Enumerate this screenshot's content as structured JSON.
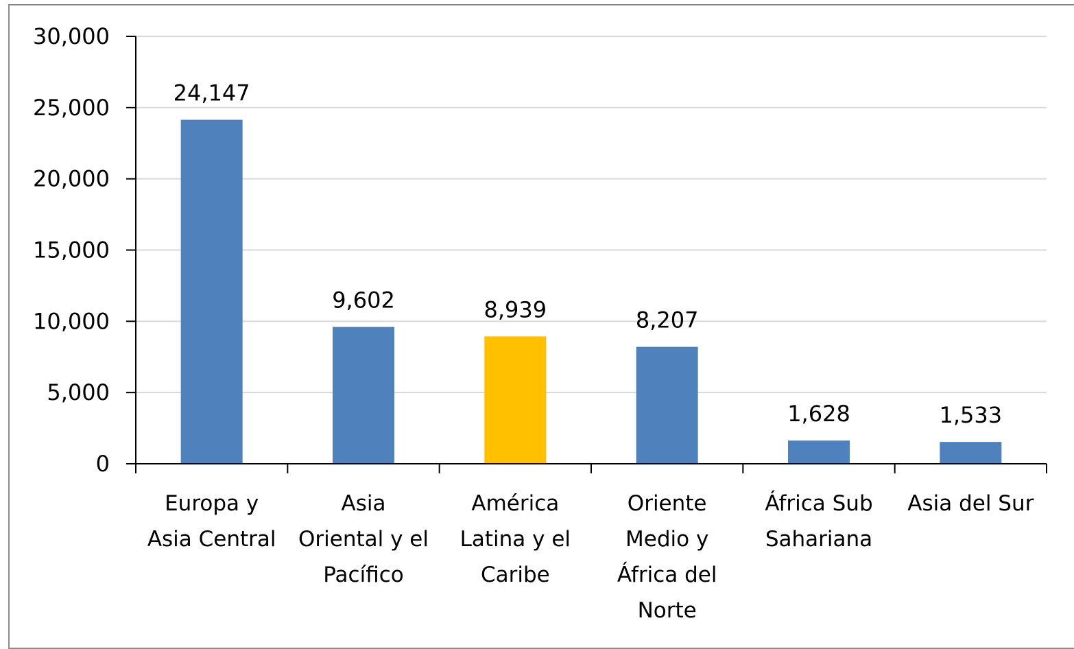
{
  "chart_data": {
    "type": "bar",
    "title": "",
    "xlabel": "",
    "ylabel": "",
    "categories": [
      [
        "Europa y",
        "Asia Central"
      ],
      [
        "Asia",
        "Oriental y el",
        "Pacífico"
      ],
      [
        "América",
        "Latina y el",
        "Caribe"
      ],
      [
        "Oriente",
        "Medio y",
        "África del",
        "Norte"
      ],
      [
        "África Sub",
        "Sahariana"
      ],
      [
        "Asia del Sur"
      ]
    ],
    "values": [
      24147,
      9602,
      8939,
      8207,
      1628,
      1533
    ],
    "value_labels": [
      "24,147",
      "9,602",
      "8,939",
      "8,207",
      "1,628",
      "1,533"
    ],
    "bar_colors": [
      "#4f81bd",
      "#4f81bd",
      "#ffc000",
      "#4f81bd",
      "#4f81bd",
      "#4f81bd"
    ],
    "ylim": [
      0,
      30000
    ],
    "yticks": [
      0,
      5000,
      10000,
      15000,
      20000,
      25000,
      30000
    ],
    "ytick_labels": [
      "0",
      "5,000",
      "10,000",
      "15,000",
      "20,000",
      "25,000",
      "30,000"
    ],
    "grid": true,
    "legend": "none",
    "colors": {
      "primary": "#4f81bd",
      "highlight": "#ffc000",
      "gridline": "#d9d9d9",
      "axis": "#000000"
    }
  }
}
